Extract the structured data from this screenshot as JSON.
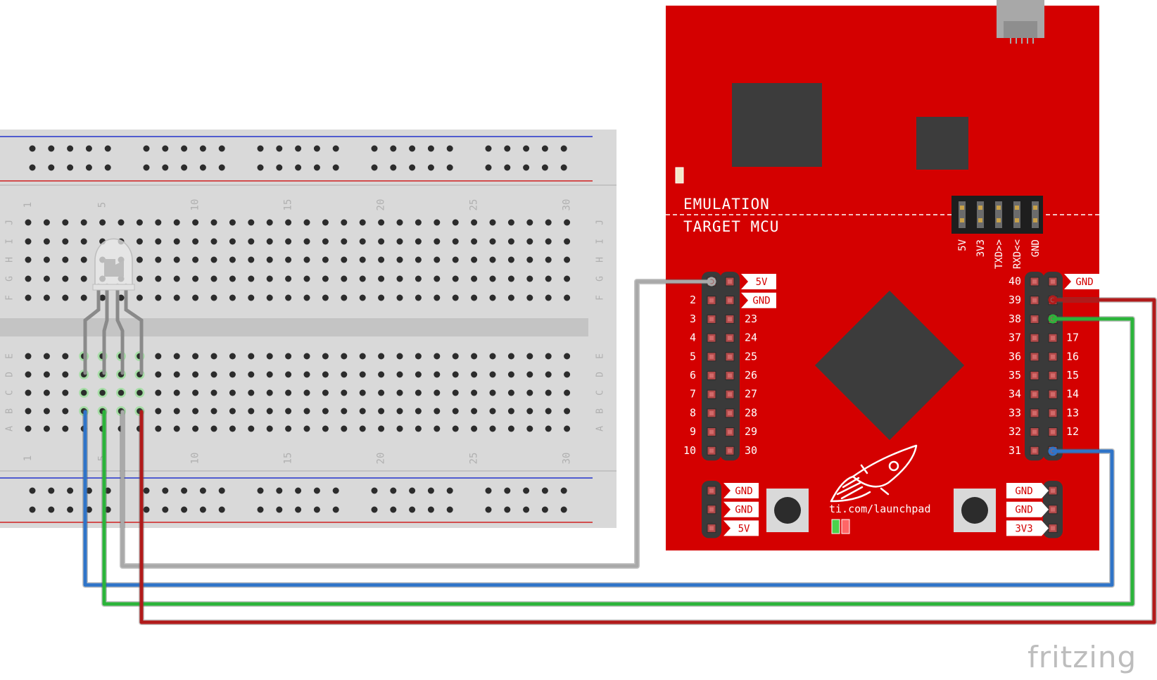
{
  "breadboard": {
    "column_numbers": [
      "1",
      "5",
      "10",
      "15",
      "20",
      "25",
      "30"
    ],
    "row_letters_top": [
      "J",
      "I",
      "H",
      "G",
      "F"
    ],
    "row_letters_bottom": [
      "E",
      "D",
      "C",
      "B",
      "A"
    ]
  },
  "board": {
    "emulation_label": "EMULATION",
    "target_label": "TARGET MCU",
    "jumper_labels": [
      "5V",
      "3V3",
      "TXD>>",
      "RXD<<",
      "GND"
    ],
    "left_outer_labels": [
      "",
      "2",
      "3",
      "4",
      "5",
      "6",
      "7",
      "8",
      "9",
      "10"
    ],
    "left_inner_labels": [
      "5V",
      "GND",
      "23",
      "24",
      "25",
      "26",
      "27",
      "28",
      "29",
      "30"
    ],
    "right_inner_labels": [
      "40",
      "39",
      "38",
      "37",
      "36",
      "35",
      "34",
      "33",
      "32",
      "31"
    ],
    "right_outer_labels": [
      "GND",
      "",
      "",
      "17",
      "16",
      "15",
      "14",
      "13",
      "12",
      ""
    ],
    "bottom_left_labels": [
      "GND",
      "GND",
      "5V"
    ],
    "bottom_right_labels": [
      "GND",
      "GND",
      "3V3"
    ],
    "url": "ti.com/launchpad"
  },
  "wires": [
    {
      "name": "white",
      "color": "#a9a9a9"
    },
    {
      "name": "blue",
      "color": "#2f74c8"
    },
    {
      "name": "green",
      "color": "#2bb43a"
    },
    {
      "name": "red",
      "color": "#b11a1a"
    }
  ],
  "colors": {
    "board": "#d40000",
    "breadboard": "#d9d9d9",
    "chip": "#3c3c3c"
  },
  "watermark": "fritzing"
}
